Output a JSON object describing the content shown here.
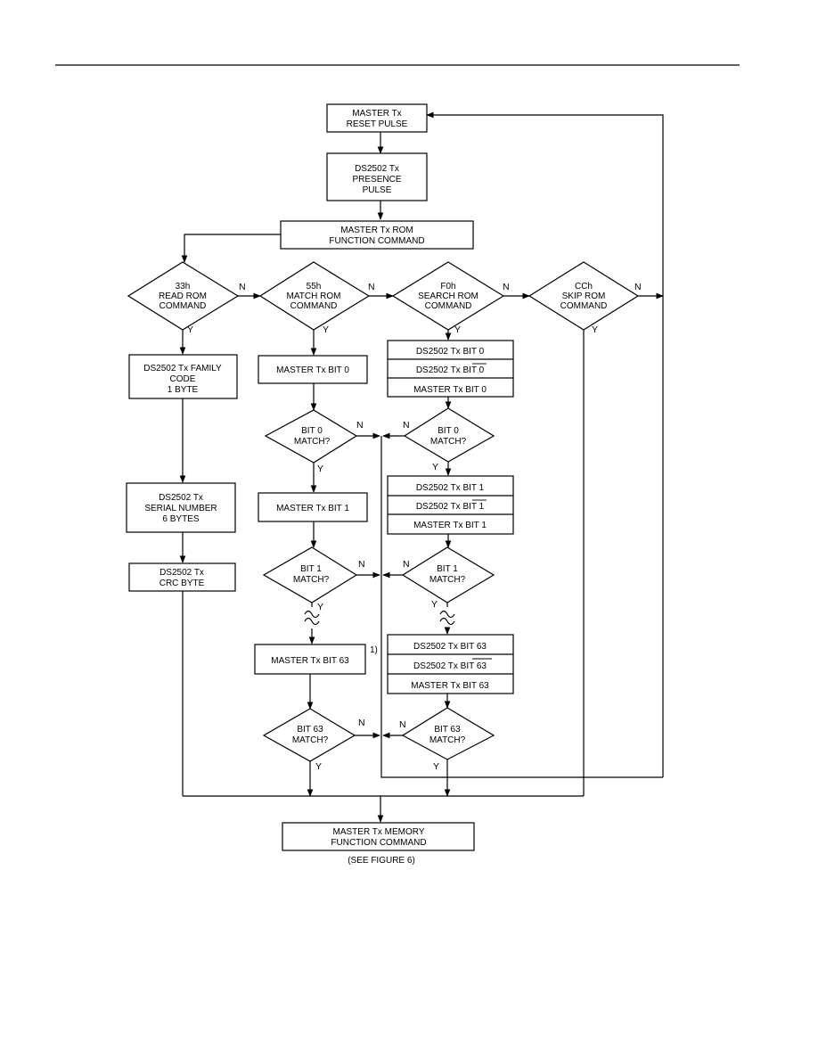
{
  "nodes": {
    "reset": [
      "MASTER Tx",
      "RESET PULSE"
    ],
    "presence": [
      "DS2502 Tx",
      "PRESENCE",
      "PULSE"
    ],
    "rom_cmd": [
      "MASTER Tx ROM",
      "FUNCTION COMMAND"
    ],
    "read_rom": [
      "33h",
      "READ ROM",
      "COMMAND"
    ],
    "match_rom": [
      "55h",
      "MATCH ROM",
      "COMMAND"
    ],
    "search_rom": [
      "F0h",
      "SEARCH ROM",
      "COMMAND"
    ],
    "skip_rom": [
      "CCh",
      "SKIP ROM",
      "COMMAND"
    ],
    "family": [
      "DS2502 Tx FAMILY",
      "CODE",
      "1 BYTE"
    ],
    "serial": [
      "DS2502 Tx",
      "SERIAL NUMBER",
      "6 BYTES"
    ],
    "crc": [
      "DS2502 Tx",
      "CRC BYTE"
    ],
    "m_bit0": "MASTER Tx BIT 0",
    "m_bit1": "MASTER Tx BIT 1",
    "m_bit63": "MASTER Tx BIT 63",
    "bit0_match": [
      "BIT 0",
      "MATCH?"
    ],
    "bit1_match": [
      "BIT 1",
      "MATCH?"
    ],
    "bit63_match": [
      "BIT 63",
      "MATCH?"
    ],
    "s_bit0": [
      "DS2502 Tx BIT 0",
      "DS2502 Tx BIT 0",
      "MASTER Tx BIT 0"
    ],
    "s_bit1": [
      "DS2502 Tx BIT 1",
      "DS2502 Tx BIT 1",
      "MASTER Tx BIT 1"
    ],
    "s_bit63": [
      "DS2502 Tx BIT 63",
      "DS2502 Tx BIT 63",
      "MASTER Tx BIT 63"
    ],
    "mem_cmd": [
      "MASTER Tx MEMORY",
      "FUNCTION COMMAND"
    ]
  },
  "see_figure": "(SEE FIGURE 6)",
  "note_mark": "1)",
  "labels": {
    "yes": "Y",
    "no": "N"
  }
}
